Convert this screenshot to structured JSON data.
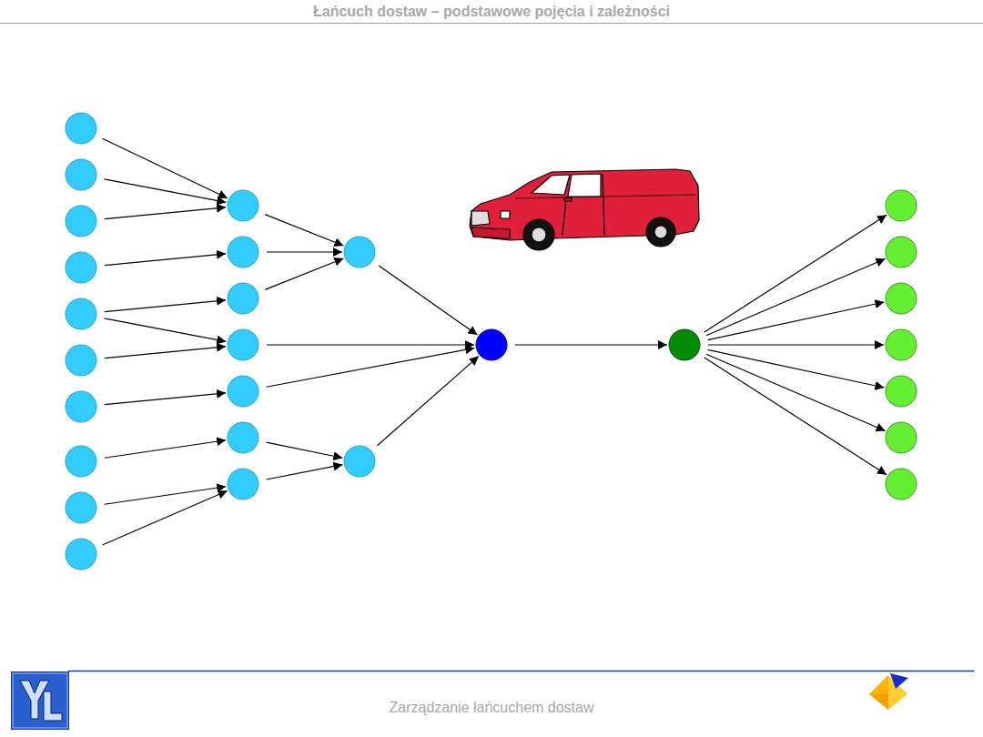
{
  "diagram": {
    "title": "Łańcuch dostaw – podstawowe pojęcia i zależności",
    "caption": "Zarządzanie łańcuchem dostaw",
    "nodes": [
      {
        "text": []
      },
      {
        "text": []
      },
      {
        "text": []
      },
      {
        "text": []
      },
      {
        "text": []
      },
      {
        "text": []
      },
      {
        "text": []
      },
      {
        "text": []
      },
      {
        "text": []
      },
      {
        "text": []
      },
      {
        "text": []
      },
      {
        "text": []
      },
      {
        "text": []
      },
      {
        "text": []
      },
      {
        "text": []
      },
      {
        "text": []
      },
      {
        "text": []
      },
      {
        "text": []
      },
      {
        "text": []
      },
      {
        "text": []
      },
      {
        "text": []
      },
      {
        "text": []
      },
      {
        "text": []
      },
      {
        "text": []
      },
      {
        "text": []
      },
      {
        "text": []
      },
      {
        "text": []
      },
      {
        "text": []
      }
    ],
    "edges": [
      {
        "from": 0,
        "to": 10,
        "arrow": "to"
      },
      {
        "from": 1,
        "to": 10,
        "arrow": "to"
      },
      {
        "from": 2,
        "to": 10,
        "arrow": "to"
      },
      {
        "from": 3,
        "to": 11,
        "arrow": "to"
      },
      {
        "from": 4,
        "to": 12,
        "arrow": "to"
      },
      {
        "from": 4,
        "to": 13,
        "arrow": "to"
      },
      {
        "from": 5,
        "to": 13,
        "arrow": "to"
      },
      {
        "from": 6,
        "to": 14,
        "arrow": "to"
      },
      {
        "from": 7,
        "to": 15,
        "arrow": "to"
      },
      {
        "from": 8,
        "to": 16,
        "arrow": "to"
      },
      {
        "from": 9,
        "to": 16,
        "arrow": "to"
      },
      {
        "from": 10,
        "to": 17,
        "arrow": "to"
      },
      {
        "from": 11,
        "to": 17,
        "arrow": "to"
      },
      {
        "from": 12,
        "to": 17,
        "arrow": "to"
      },
      {
        "from": 13,
        "to": 19,
        "arrow": "to"
      },
      {
        "from": 14,
        "to": 19,
        "arrow": "to"
      },
      {
        "from": 15,
        "to": 18,
        "arrow": "to"
      },
      {
        "from": 16,
        "to": 18,
        "arrow": "to"
      },
      {
        "from": 17,
        "to": 19,
        "arrow": "to"
      },
      {
        "from": 18,
        "to": 19,
        "arrow": "to"
      },
      {
        "from": 19,
        "to": 20,
        "arrow": "to"
      },
      {
        "from": 20,
        "to": 21,
        "arrow": "to"
      },
      {
        "from": 20,
        "to": 22,
        "arrow": "to"
      },
      {
        "from": 20,
        "to": 23,
        "arrow": "to"
      },
      {
        "from": 20,
        "to": 24,
        "arrow": "to"
      },
      {
        "from": 20,
        "to": 25,
        "arrow": "to"
      },
      {
        "from": 20,
        "to": 26,
        "arrow": "to"
      },
      {
        "from": 20,
        "to": 27,
        "arrow": "to"
      }
    ]
  }
}
